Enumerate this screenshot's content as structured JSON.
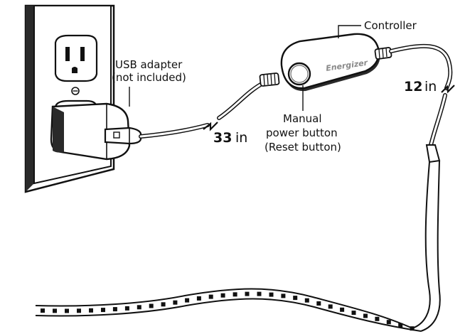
{
  "labels": {
    "usb_adapter_line1": "USB adapter",
    "usb_adapter_line2": "(not included)",
    "controller": "Controller",
    "manual_line1": "Manual",
    "manual_line2": "power button",
    "manual_line3": "(Reset button)",
    "brand": "Energizer"
  },
  "dimensions": {
    "cable_a_value": "33",
    "cable_a_unit": "in",
    "cable_b_value": "12",
    "cable_b_unit": "in"
  },
  "icons": [
    "wall-outlet-icon",
    "usb-adapter-icon",
    "controller-icon",
    "power-button-icon",
    "led-strip-icon",
    "cable-break-icon"
  ]
}
